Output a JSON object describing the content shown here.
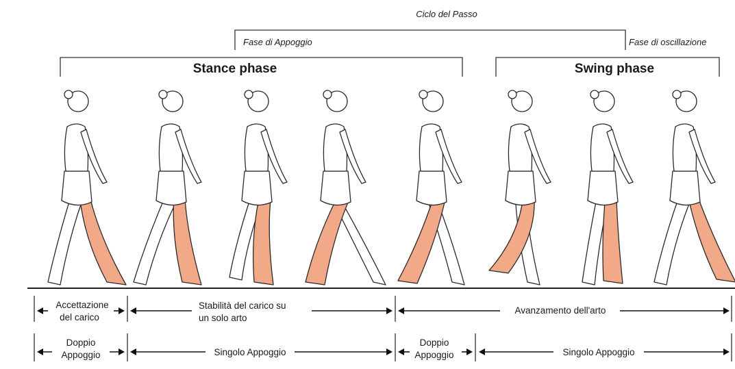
{
  "header": {
    "cycle": "Ciclo del Passo",
    "support": "Fase di Appoggio",
    "oscillation": "Fase di oscillazione",
    "stance": "Stance phase",
    "swing": "Swing phase"
  },
  "row1": {
    "acceptance_line1": "Accettazione",
    "acceptance_line2": "del carico",
    "stability_line1": "Stabilità del carico su",
    "stability_line2": "un solo arto",
    "advancement": "Avanzamento dell'arto"
  },
  "row2": {
    "double1_line1": "Doppio",
    "double1_line2": "Appoggio",
    "single1": "Singolo Appoggio",
    "double2_line1": "Doppio",
    "double2_line2": "Appoggio",
    "single2": "Singolo Appoggio"
  },
  "figures": [
    {
      "name": "initial-contact",
      "highlight": "right-leg-forward"
    },
    {
      "name": "loading-response",
      "highlight": "right-leg-vertical"
    },
    {
      "name": "mid-stance",
      "highlight": "right-leg-vertical"
    },
    {
      "name": "terminal-stance",
      "highlight": "right-leg-back"
    },
    {
      "name": "pre-swing",
      "highlight": "right-leg-toe-off"
    },
    {
      "name": "initial-swing",
      "highlight": "right-leg-bent"
    },
    {
      "name": "mid-swing",
      "highlight": "right-leg-vertical"
    },
    {
      "name": "terminal-swing",
      "highlight": "right-leg-forward"
    }
  ],
  "colors": {
    "highlight_leg": "#f2a988",
    "outline": "#2a2a2a",
    "background": "#ffffff"
  }
}
